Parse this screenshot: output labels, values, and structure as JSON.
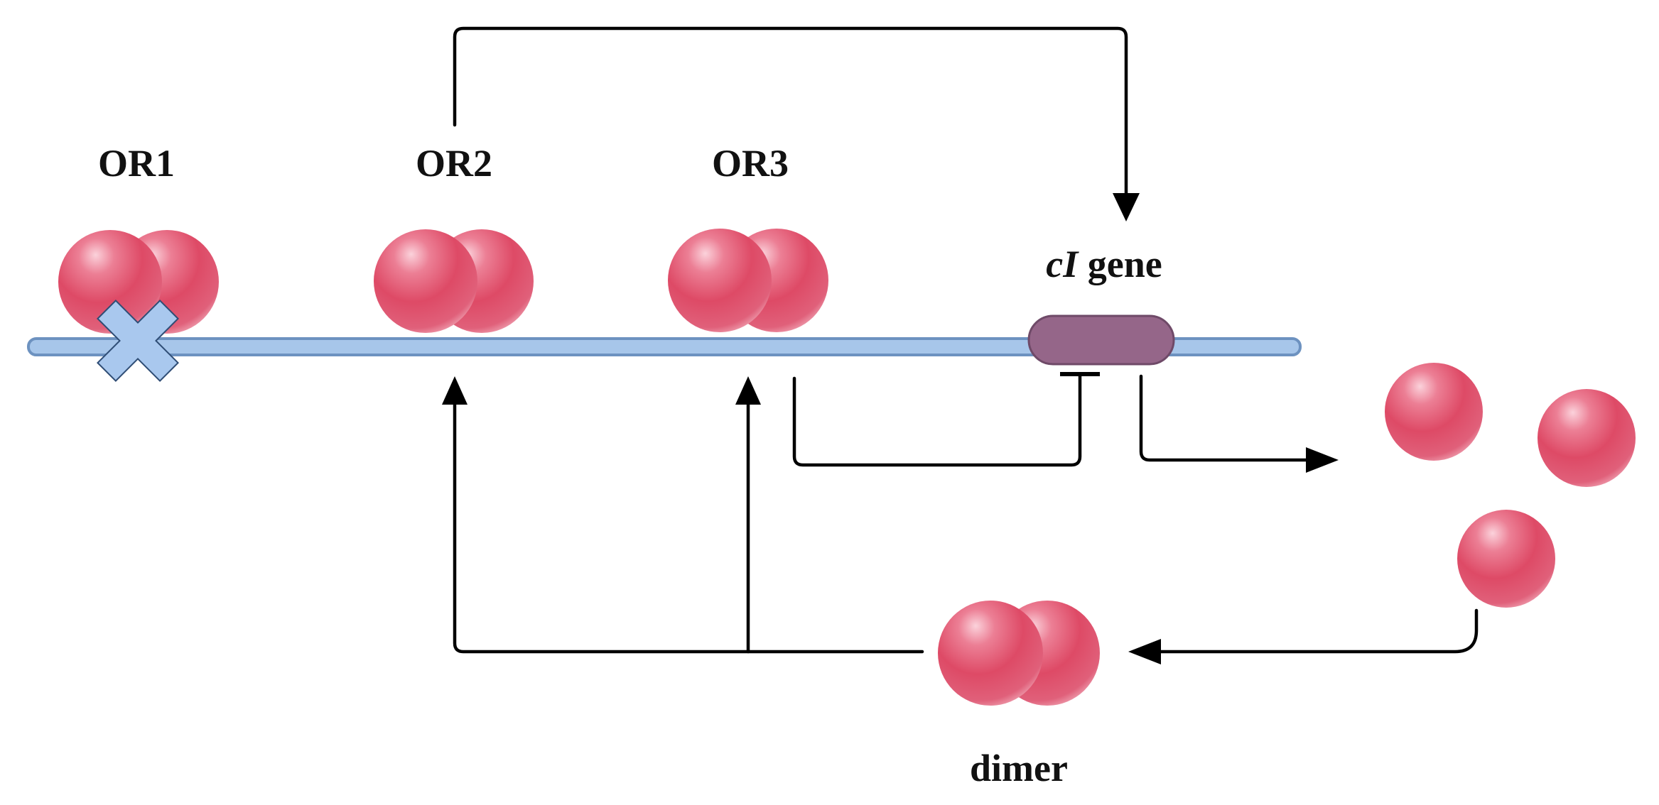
{
  "labels": {
    "or1": "OR1",
    "or2": "OR2",
    "or3": "OR3",
    "gene_italic": "cI",
    "gene_rest": " gene",
    "dimer": "dimer"
  },
  "colors": {
    "protein": "#e0506a",
    "protein_highlight": "#f7c6d0",
    "dna_fill": "#a7c6ea",
    "dna_stroke": "#6d92c0",
    "gene_fill": "#956689",
    "gene_stroke": "#6f4a68",
    "blocked_marker": "#a9c8ee",
    "arrow": "#000000"
  },
  "icons": {
    "blocked_site": "x-mark-icon",
    "protein": "protein-sphere-icon"
  }
}
